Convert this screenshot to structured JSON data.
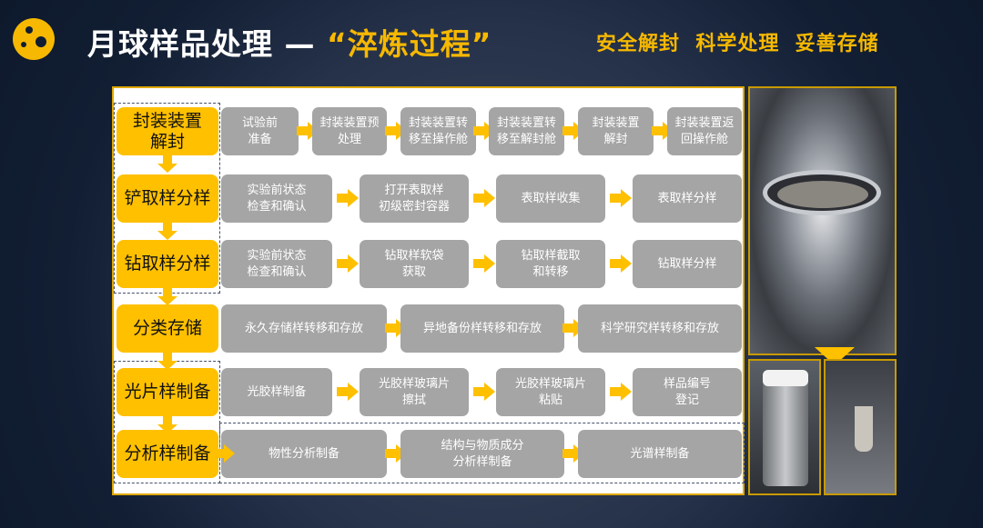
{
  "header": {
    "title_main": "月球样品处理 —",
    "title_highlight": "“淬炼过程”",
    "tagline": "安全解封  科学处理  妥善存储"
  },
  "rows": [
    {
      "label": "封装装置\n解封",
      "steps": [
        "试验前\n准备",
        "封装装置预\n处理",
        "封装装置转\n移至操作舱",
        "封装装置转\n移至解封舱",
        "封装装置\n解封",
        "封装装置返\n回操作舱"
      ]
    },
    {
      "label": "铲取样分样",
      "steps": [
        "实验前状态\n检查和确认",
        "打开表取样\n初级密封容器",
        "表取样收集",
        "表取样分样"
      ]
    },
    {
      "label": "钻取样分样",
      "steps": [
        "实验前状态\n检查和确认",
        "钻取样软袋\n获取",
        "钻取样截取\n和转移",
        "钻取样分样"
      ]
    },
    {
      "label": "分类存储",
      "steps": [
        "永久存储样转移和存放",
        "异地备份样转移和存放",
        "科学研究样转移和存放"
      ]
    },
    {
      "label": "光片样制备",
      "steps": [
        "光胶样制备",
        "光胶样玻璃片\n擦拭",
        "光胶样玻璃片\n粘贴",
        "样品编号\n登记"
      ]
    },
    {
      "label": "分析样制备",
      "steps": [
        "物性分析制备",
        "结构与物质成分\n分析样制备",
        "光谱样制备"
      ]
    }
  ],
  "colors": {
    "accent": "#ffc000",
    "step": "#a5a5a5",
    "background": "#0f1d33"
  }
}
